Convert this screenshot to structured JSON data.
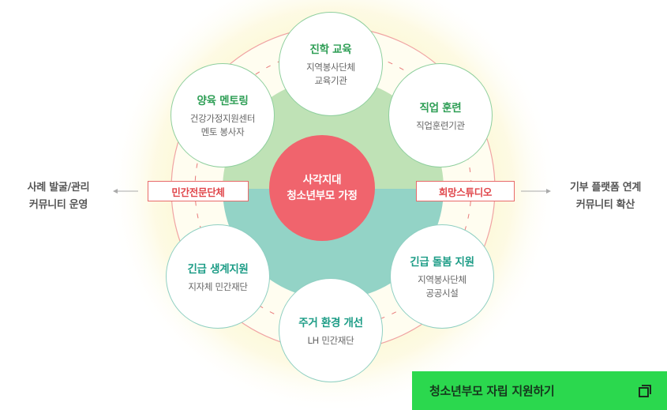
{
  "center": {
    "line1": "사각지대",
    "line2": "청소년부모 가정"
  },
  "nodes": [
    {
      "id": "top",
      "title": "진학 교육",
      "sub1": "지역봉사단체",
      "sub2": "교육기관"
    },
    {
      "id": "upper-left",
      "title": "양육 멘토링",
      "sub1": "건강가정지원센터",
      "sub2": "멘토 봉사자"
    },
    {
      "id": "upper-right",
      "title": "직업 훈련",
      "sub1": "직업훈련기관",
      "sub2": ""
    },
    {
      "id": "lower-left",
      "title": "긴급 생계지원",
      "sub1": "지자체 민간재단",
      "sub2": ""
    },
    {
      "id": "lower-right",
      "title": "긴급 돌봄 지원",
      "sub1": "지역봉사단체",
      "sub2": "공공시설"
    },
    {
      "id": "bottom",
      "title": "주거 환경 개선",
      "sub1": "LH 민간재단",
      "sub2": ""
    }
  ],
  "tags": {
    "left": "민간전문단체",
    "right": "희망스튜디오"
  },
  "side": {
    "left": {
      "line1": "사례 발굴/관리",
      "line2": "커뮤니티 운영"
    },
    "right": {
      "line1": "기부 플랫폼 연계",
      "line2": "커뮤니티 확산"
    }
  },
  "cta": {
    "label": "청소년부모 자립 지원하기",
    "icon": "copy-icon"
  },
  "colors": {
    "center": "#f0646d",
    "green_title": "#2e9e55",
    "teal_title": "#1c9c86",
    "upper_half": "#bfe2b6",
    "lower_half": "#93d3c6",
    "tag_border": "#e86a6a",
    "cta_bg": "#2bd84e"
  }
}
